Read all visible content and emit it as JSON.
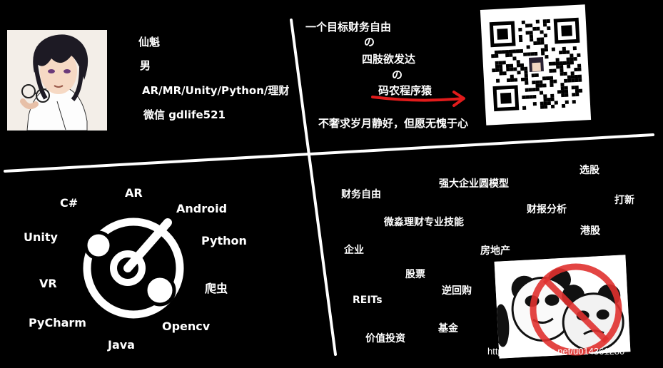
{
  "profile": {
    "name": "仙魁",
    "gender": "男",
    "skills": "AR/MR/Unity/Python/理财",
    "wechat": "微信 gdlife521"
  },
  "goal": {
    "line1": "一个目标财务自由",
    "line2": "の",
    "line3": "四肢欲发达",
    "line4": "の",
    "line5": "码农程序猿",
    "motto": "不奢求岁月静好，但愿无愧于心"
  },
  "tech": {
    "items": [
      "C#",
      "AR",
      "Android",
      "Unity",
      "Python",
      "VR",
      "爬虫",
      "PyCharm",
      "Java",
      "Opencv"
    ]
  },
  "finance": {
    "items": [
      "财务自由",
      "强大企业圆模型",
      "选股",
      "打新",
      "微淼理财专业技能",
      "财报分析",
      "港股",
      "企业",
      "房地产",
      "股票",
      "逆回购",
      "REITs",
      "基金",
      "价值投资"
    ]
  },
  "watermark": "https://blog.csdn.net/u014361280",
  "colors": {
    "background": "#000000",
    "text": "#ffffff",
    "arrow": "#e11b1b",
    "ban_sign": "#e0312f"
  },
  "icons": {
    "tech_logo": "radar-dial-icon",
    "arrow": "red-arrow-icon",
    "ban": "prohibited-sign-icon"
  }
}
